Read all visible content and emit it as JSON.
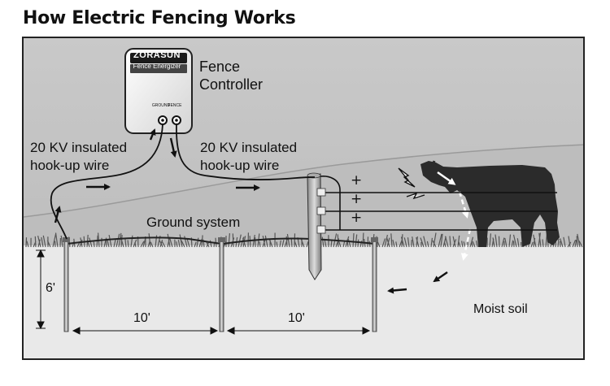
{
  "title": "How Electric Fencing Works",
  "controller": {
    "brand": "ZORASUN",
    "subtitle": "Fence Energizer",
    "terminal_ground": "GROUND",
    "terminal_fence": "FENCE",
    "label_line1": "Fence",
    "label_line2": "Controller"
  },
  "wire_left": {
    "line1": "20 KV insulated",
    "line2": "hook-up wire"
  },
  "wire_right": {
    "line1": "20 KV insulated",
    "line2": "hook-up wire"
  },
  "ground_system": "Ground system",
  "moist_soil": "Moist soil",
  "rod_depth": "6'",
  "spacing_1": "10'",
  "spacing_2": "10'",
  "polarity": [
    "+",
    "+",
    "+"
  ]
}
